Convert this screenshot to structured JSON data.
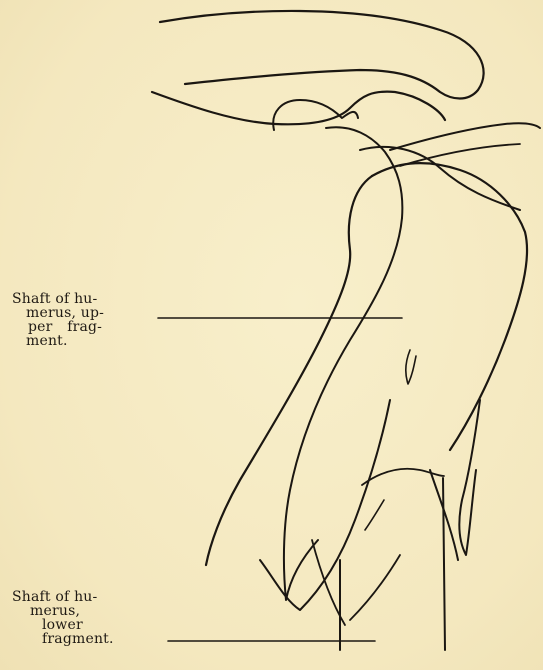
{
  "labels": {
    "upper_fragment": {
      "lines": [
        "Shaft of hu-",
        "merus, up-",
        "per frag-",
        "ment."
      ]
    },
    "lower_fragment": {
      "lines": [
        "Shaft of hu-",
        "merus,",
        "lower",
        "fragment."
      ]
    }
  }
}
